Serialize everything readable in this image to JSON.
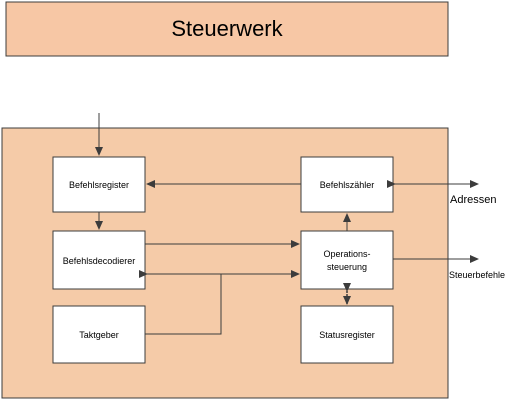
{
  "title": "Steuerwerk",
  "blocks": {
    "befehlsregister": "Befehlsregister",
    "befehlszaehler": "Befehlszähler",
    "befehlsdecodierer": "Befehlsdecodierer",
    "operationssteuerung_line1": "Operations-",
    "operationssteuerung_line2": "steuerung",
    "taktgeber": "Taktgeber",
    "statusregister": "Statusregister"
  },
  "outputs": {
    "adressen": "Adressen",
    "steuerbefehle": "Steuerbefehle"
  },
  "colors": {
    "title_fill": "#f7c7a5",
    "container_fill": "#f5cba8",
    "block_fill": "#ffffff",
    "stroke": "#3c3c3c"
  }
}
